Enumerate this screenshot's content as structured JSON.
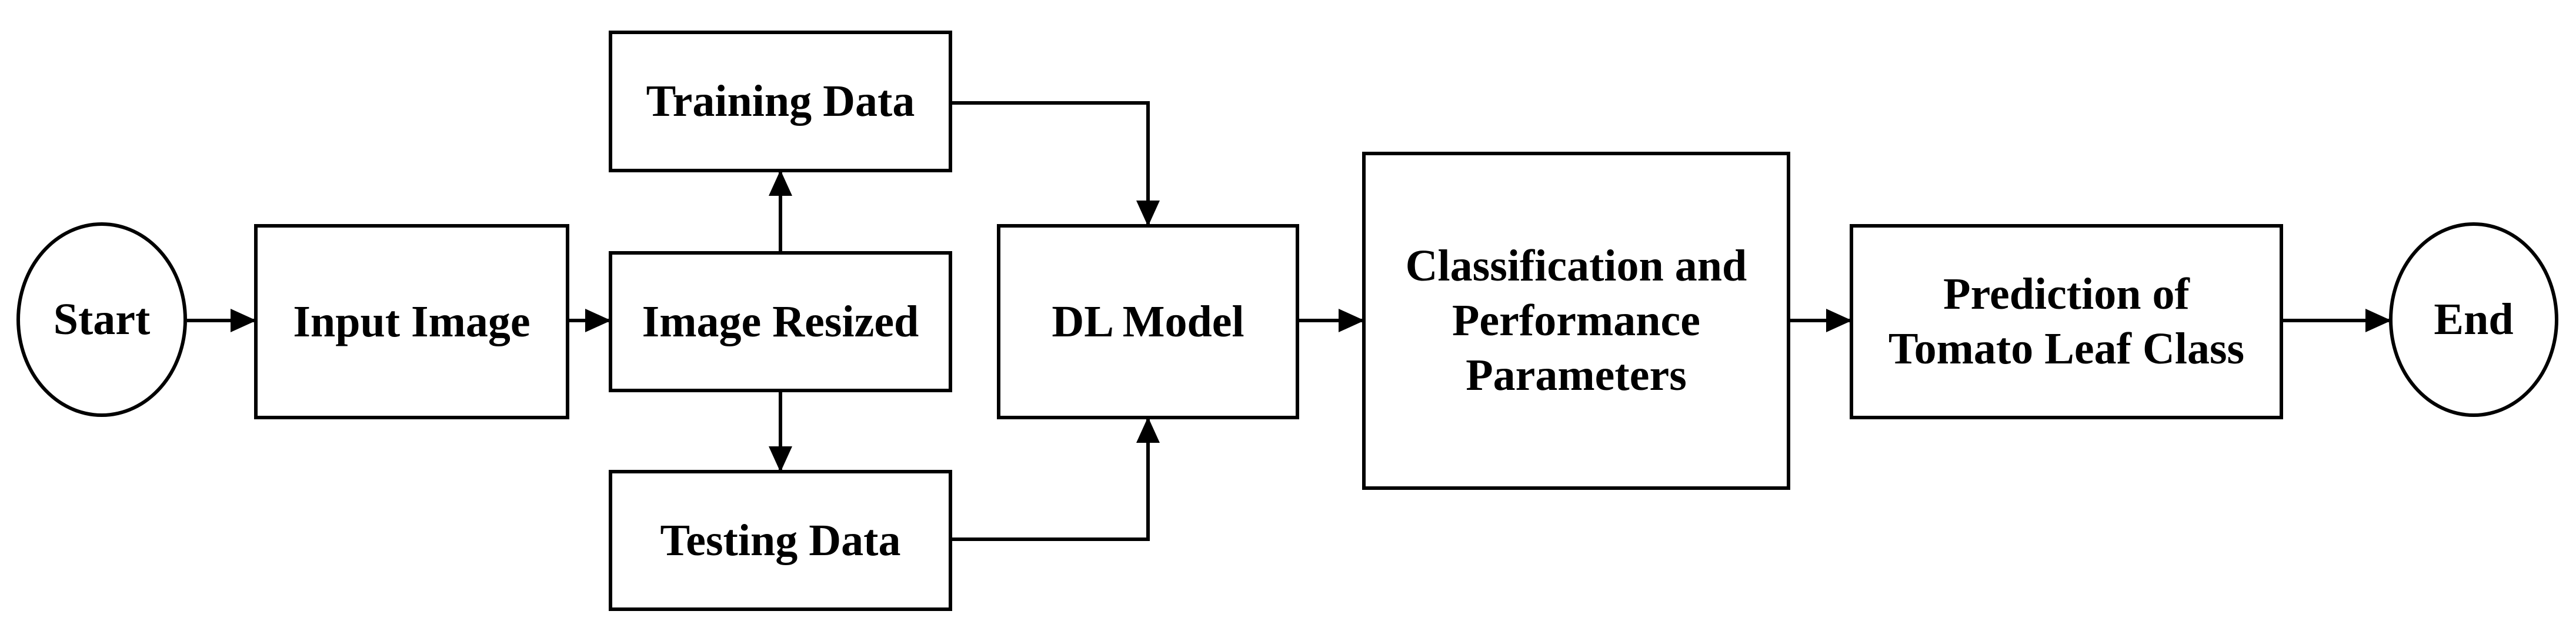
{
  "nodes": {
    "start": "Start",
    "input_image": "Input Image",
    "image_resized": "Image Resized",
    "training_data": "Training Data",
    "testing_data": "Testing Data",
    "dl_model": "DL Model",
    "classification": [
      "Classification and",
      "Performance",
      "Parameters"
    ],
    "prediction": [
      "Prediction of",
      "Tomato Leaf Class"
    ],
    "end": "End"
  },
  "colors": {
    "stroke": "#000000",
    "fill": "#ffffff"
  }
}
